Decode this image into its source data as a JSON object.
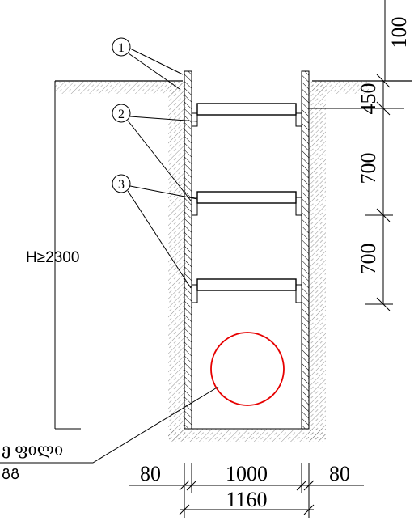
{
  "markers": [
    "1",
    "2",
    "3"
  ],
  "depth_label": "H≥2300",
  "pipe_note": {
    "line1": "ე ფილი",
    "line2": "ᲒᲒ"
  },
  "dims_vertical": [
    "100",
    "450",
    "700",
    "700"
  ],
  "dims_bottom": {
    "left": "80",
    "center": "1000",
    "right": "80",
    "total": "1160"
  },
  "colors": {
    "line": "#000000",
    "pipe": "#e60000",
    "hatch": "#444444"
  }
}
